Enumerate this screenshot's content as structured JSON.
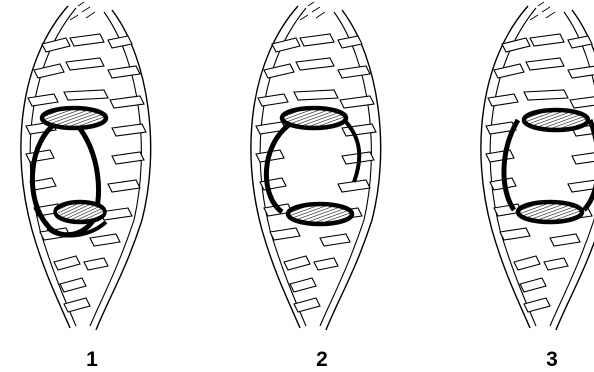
{
  "panels": [
    {
      "label": "1",
      "loop_style": "crossed"
    },
    {
      "label": "2",
      "loop_style": "open-arc"
    },
    {
      "label": "3",
      "loop_style": "barrel"
    }
  ],
  "colors": {
    "stroke": "#000000",
    "background": "#ffffff",
    "disk_hatch": "#000000"
  }
}
